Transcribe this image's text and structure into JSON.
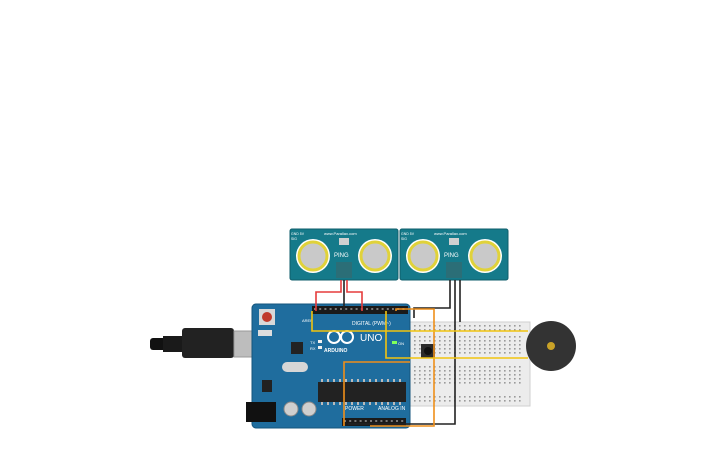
{
  "sensors": [
    {
      "brand": "www.Parallax.com",
      "model": "PING",
      "corner_top": "GND 5V",
      "corner_bottom": "SIG"
    },
    {
      "brand": "www.Parallax.com",
      "model": "PING",
      "corner_top": "GND 5V",
      "corner_bottom": "SIG"
    }
  ],
  "arduino": {
    "brand": "ARDUINO",
    "model": "UNO",
    "digital_label": "DIGITAL (PWM~)",
    "power_label": "POWER",
    "analog_label": "ANALOG IN",
    "aref_label": "AREF",
    "gnd_label": "GND",
    "tx_label": "TX",
    "rx_label": "RX",
    "on_label": "ON",
    "l_label": "L"
  },
  "colors": {
    "board": "#1f6d9e",
    "sensor": "#157a8a",
    "breadboard": "#ececec",
    "wire_red": "#e53b3b",
    "wire_black": "#222222",
    "wire_orange": "#ef8f1a",
    "wire_yellow": "#f2c40f",
    "buzzer": "#333333"
  }
}
